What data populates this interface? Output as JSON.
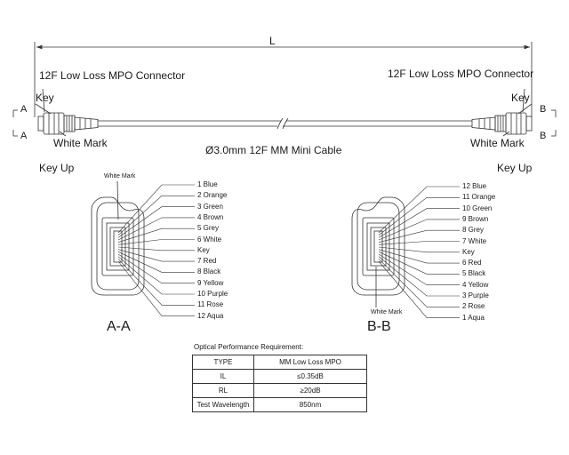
{
  "dimension": {
    "length_label": "L"
  },
  "left_end": {
    "connector_label": "12F Low Loss MPO Connector",
    "key_label": "Key",
    "white_mark_label": "White Mark",
    "section_mark_top": "A",
    "section_mark_bottom": "A"
  },
  "right_end": {
    "connector_label": "12F Low Loss MPO Connector",
    "key_label": "Key",
    "white_mark_label": "White Mark",
    "section_mark_top": "B",
    "section_mark_bottom": "B"
  },
  "cable_label": "Ø3.0mm 12F MM Mini Cable",
  "view_a": {
    "key_up_label": "Key Up",
    "white_mark_label": "White Mark",
    "section_title": "A-A",
    "fibers": [
      "1 Blue",
      "2 Orange",
      "3 Green",
      "4 Brown",
      "5 Grey",
      "6 White",
      "Key",
      "7 Red",
      "8 Black",
      "9 Yellow",
      "10 Purple",
      "11 Rose",
      "12 Aqua"
    ]
  },
  "view_b": {
    "key_up_label": "Key Up",
    "white_mark_label": "White Mark",
    "section_title": "B-B",
    "fibers": [
      "12 Blue",
      "11 Orange",
      "10 Green",
      "9 Brown",
      "8 Grey",
      "7 White",
      "Key",
      "6 Red",
      "5 Black",
      "4 Yellow",
      "3 Purple",
      "2 Rose",
      "1 Aqua"
    ]
  },
  "performance": {
    "title": "Optical Performance Requirement:",
    "rows": [
      [
        "TYPE",
        "MM Low Loss MPO"
      ],
      [
        "IL",
        "≤0.35dB"
      ],
      [
        "RL",
        "≥20dB"
      ],
      [
        "Test Wavelength",
        "850nm"
      ]
    ]
  },
  "colors": {
    "line": "#333333",
    "text": "#1a1a1a",
    "background": "#ffffff"
  }
}
